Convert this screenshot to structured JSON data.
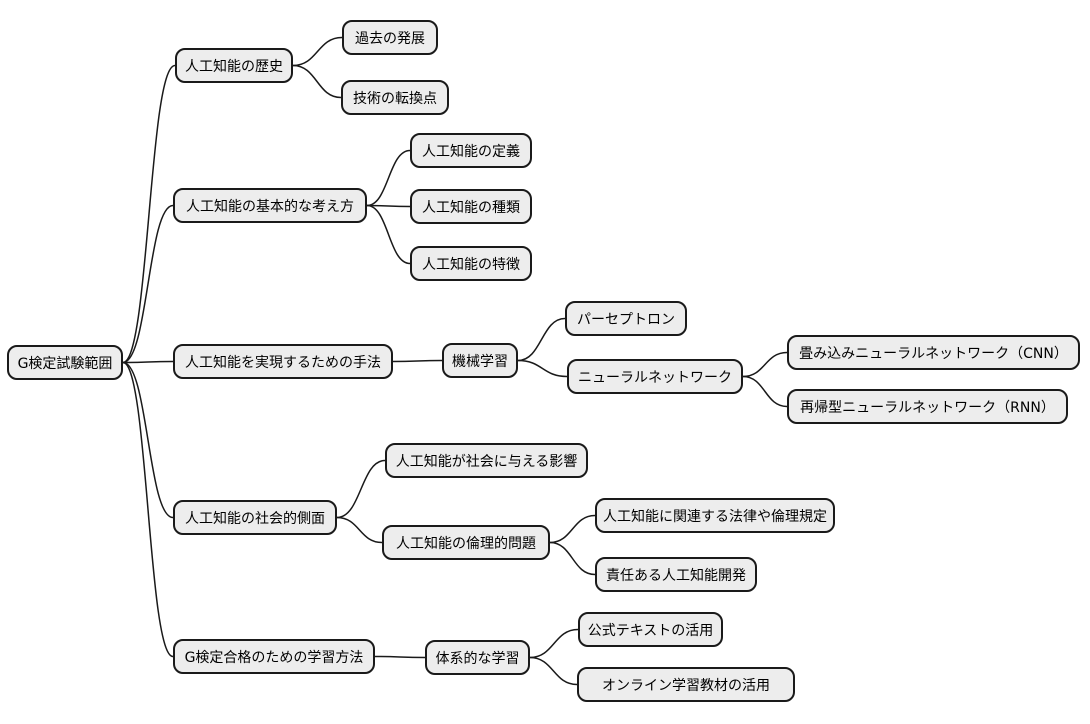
{
  "diagram": {
    "type": "mindmap",
    "root": {
      "label": "G検定試験範囲",
      "children": [
        {
          "label": "人工知能の歴史",
          "children": [
            {
              "label": "過去の発展"
            },
            {
              "label": "技術の転換点"
            }
          ]
        },
        {
          "label": "人工知能の基本的な考え方",
          "children": [
            {
              "label": "人工知能の定義"
            },
            {
              "label": "人工知能の種類"
            },
            {
              "label": "人工知能の特徴"
            }
          ]
        },
        {
          "label": "人工知能を実現するための手法",
          "children": [
            {
              "label": "機械学習",
              "children": [
                {
                  "label": "パーセプトロン"
                },
                {
                  "label": "ニューラルネットワーク",
                  "children": [
                    {
                      "label": "畳み込みニューラルネットワーク（CNN）"
                    },
                    {
                      "label": "再帰型ニューラルネットワーク（RNN）"
                    }
                  ]
                }
              ]
            }
          ]
        },
        {
          "label": "人工知能の社会的側面",
          "children": [
            {
              "label": "人工知能が社会に与える影響"
            },
            {
              "label": "人工知能の倫理的問題",
              "children": [
                {
                  "label": "人工知能に関連する法律や倫理規定"
                },
                {
                  "label": "責任ある人工知能開発"
                }
              ]
            }
          ]
        },
        {
          "label": "G検定合格のための学習方法",
          "children": [
            {
              "label": "体系的な学習",
              "children": [
                {
                  "label": "公式テキストの活用"
                },
                {
                  "label": "オンライン学習教材の活用"
                }
              ]
            }
          ]
        }
      ]
    },
    "style": {
      "background": "#ffffff",
      "node_fill": "#ededed",
      "node_border": "#1a1a1a",
      "text_color": "#000000",
      "edge_color": "#1a1a1a"
    }
  }
}
